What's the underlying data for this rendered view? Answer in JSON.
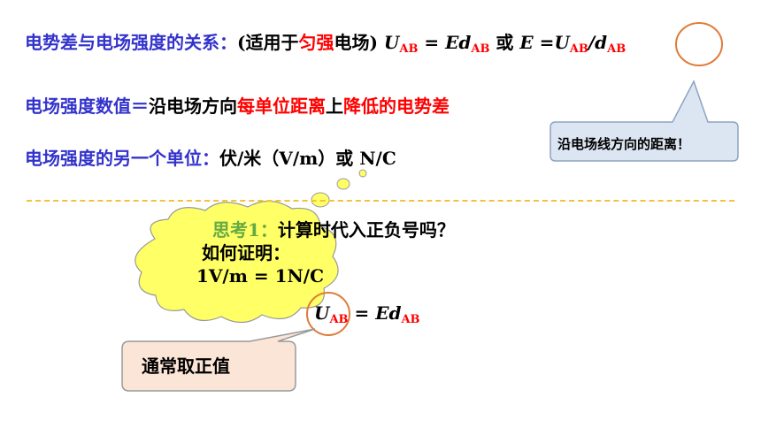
{
  "line1": {
    "label": "电势差与电场强度的关系：",
    "paren_open": "(适用于",
    "uniform": "匀强",
    "paren_close": "电场)",
    "f_u": "U",
    "f_u_sub": "AB",
    "f_eq": " = Ed",
    "f_d_sub": "AB",
    "or": " 或 ",
    "f_e": "E =U",
    "f_e_sub": "AB",
    "f_slash": "/",
    "f_d": "d",
    "f_d2_sub": "AB"
  },
  "line2": {
    "label": "电场强度数值",
    "eq": "＝",
    "part1": "沿电场方向",
    "part2": "每单位距离",
    "part3": "上",
    "part4": "降低的电势差"
  },
  "line3": {
    "label": "电场强度的另一个单位：",
    "unit": "伏/米（V/m）或 N/C"
  },
  "callout1": {
    "text": "沿电场线方向的距离！"
  },
  "think": {
    "label": "思考1：",
    "question": "计算时代入正负号吗？"
  },
  "cloud": {
    "line1": "如何证明：",
    "line2": "1V/m = 1N/C"
  },
  "formula2": {
    "u": "U",
    "u_sub": "AB",
    "eq": " = Ed",
    "d_sub": "AB"
  },
  "callout2": {
    "text": "通常取正值"
  },
  "colors": {
    "blue": "#3333cc",
    "red": "#ff0000",
    "cloud_fill": "#ffff66",
    "callout_fill": "#dce6f2",
    "callout2_fill": "#fbe5d6",
    "circle": "#e07b39",
    "divider": "#f2c23a"
  }
}
